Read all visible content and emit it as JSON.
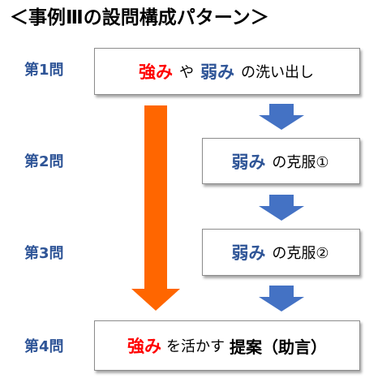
{
  "title": "＜事例Ⅲの設問構成パターン＞",
  "questions": [
    {
      "label": "第1問",
      "parts": [
        {
          "text": "強み",
          "style": "kw-red"
        },
        {
          "text": "や",
          "style": "txt"
        },
        {
          "text": "弱み",
          "style": "kw-blue"
        },
        {
          "text": "の洗い出し",
          "style": "txt"
        }
      ]
    },
    {
      "label": "第2問",
      "parts": [
        {
          "text": "弱み",
          "style": "kw-blue"
        },
        {
          "text": "の克服①",
          "style": "txt"
        }
      ]
    },
    {
      "label": "第3問",
      "parts": [
        {
          "text": "弱み",
          "style": "kw-blue"
        },
        {
          "text": "の克服②",
          "style": "txt"
        }
      ]
    },
    {
      "label": "第4問",
      "parts": [
        {
          "text": "強み",
          "style": "kw-red"
        },
        {
          "text": "を活かす",
          "style": "txt"
        },
        {
          "text": "提案（助言）",
          "style": "txt-bold-lg"
        }
      ]
    }
  ],
  "colors": {
    "strength_red": "#ff0000",
    "weakness_blue": "#2f5597",
    "label_blue": "#2f5597",
    "big_arrow_orange": "#ff6600",
    "small_arrow_blue": "#4472c4",
    "box_border": "#8c8c8c"
  }
}
